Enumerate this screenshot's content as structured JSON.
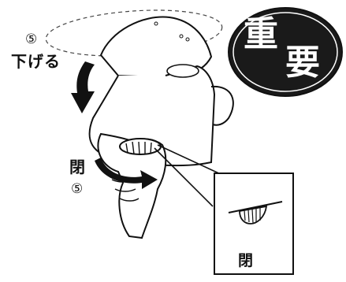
{
  "step_label": {
    "number": "⑤",
    "text": "下げる"
  },
  "close_label": {
    "text": "閉",
    "number": "⑤"
  },
  "badge": {
    "chars": [
      "重",
      "要"
    ]
  },
  "inset": {
    "caption": "閉"
  }
}
